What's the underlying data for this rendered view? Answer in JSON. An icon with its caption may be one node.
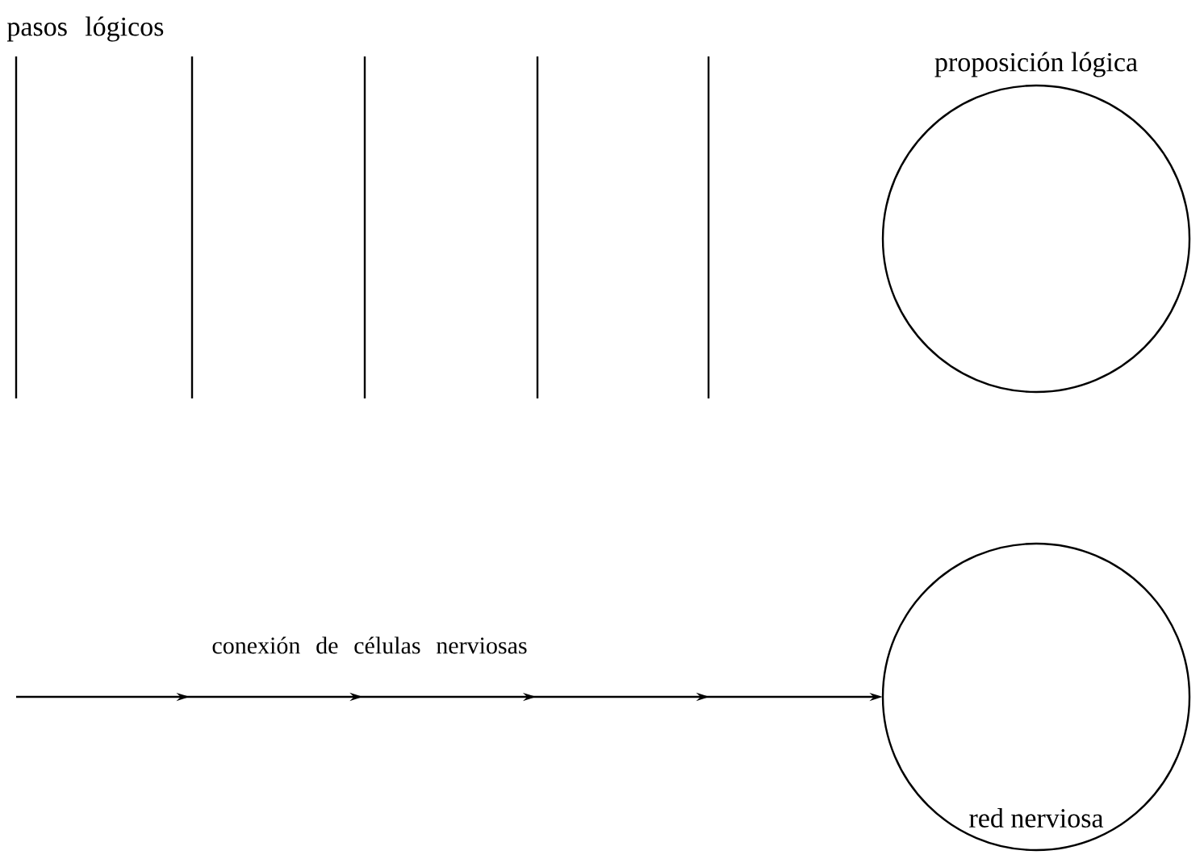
{
  "diagram": {
    "nodes": [
      {
        "text": [
          "proposición lógica"
        ]
      },
      {
        "text": [
          "red nerviosa"
        ]
      }
    ],
    "edges": [
      {
        "from": null,
        "to": 1,
        "arrow": "to",
        "label": "conexión de células nerviosas"
      }
    ],
    "labels": [
      "pasos lógicos"
    ]
  }
}
